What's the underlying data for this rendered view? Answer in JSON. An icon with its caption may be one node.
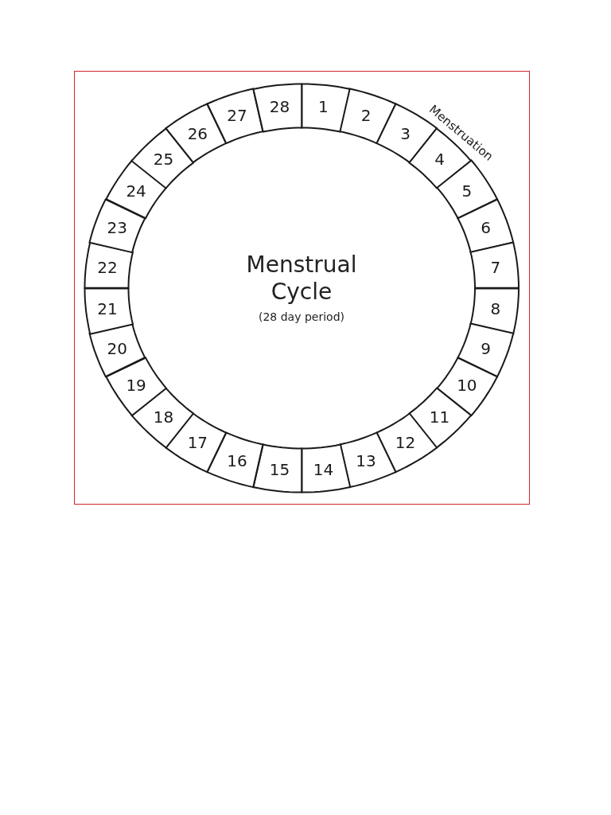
{
  "diagram": {
    "nodes": [
      {
        "text": [
          "Menstrual Cycle",
          "(28 day period)"
        ]
      },
      {
        "text": [
          "1"
        ]
      },
      {
        "text": [
          "2"
        ]
      },
      {
        "text": [
          "3"
        ]
      },
      {
        "text": [
          "4"
        ]
      },
      {
        "text": [
          "5"
        ]
      },
      {
        "text": [
          "6"
        ]
      },
      {
        "text": [
          "7"
        ]
      },
      {
        "text": [
          "8"
        ]
      },
      {
        "text": [
          "9"
        ]
      },
      {
        "text": [
          "10"
        ]
      },
      {
        "text": [
          "11"
        ]
      },
      {
        "text": [
          "12"
        ]
      },
      {
        "text": [
          "13"
        ]
      },
      {
        "text": [
          "14"
        ]
      },
      {
        "text": [
          "15"
        ]
      },
      {
        "text": [
          "16"
        ]
      },
      {
        "text": [
          "17"
        ]
      },
      {
        "text": [
          "18"
        ]
      },
      {
        "text": [
          "19"
        ]
      },
      {
        "text": [
          "20"
        ]
      },
      {
        "text": [
          "21"
        ]
      },
      {
        "text": [
          "22"
        ]
      },
      {
        "text": [
          "23"
        ]
      },
      {
        "text": [
          "24"
        ]
      },
      {
        "text": [
          "25"
        ]
      },
      {
        "text": [
          "26"
        ]
      },
      {
        "text": [
          "27"
        ]
      },
      {
        "text": [
          "28"
        ]
      }
    ],
    "labels": [
      "Menstruation"
    ]
  }
}
